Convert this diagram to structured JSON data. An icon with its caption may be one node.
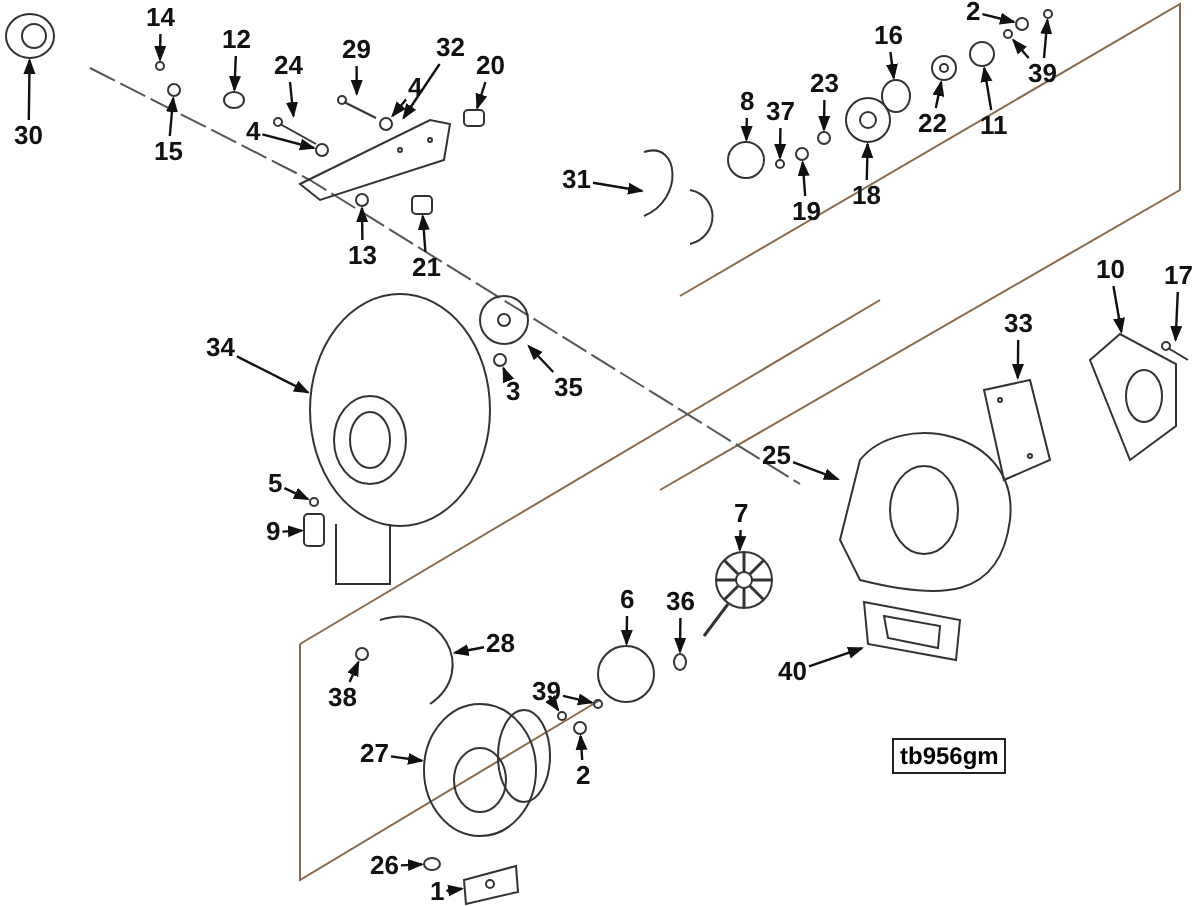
{
  "diagram": {
    "nodes": [
      {
        "text": [
          "30"
        ]
      },
      {
        "text": [
          "14"
        ]
      },
      {
        "text": [
          "12"
        ]
      },
      {
        "text": [
          "15"
        ]
      },
      {
        "text": [
          "24"
        ]
      },
      {
        "text": [
          "29"
        ]
      },
      {
        "text": [
          "4"
        ]
      },
      {
        "text": [
          "32"
        ]
      },
      {
        "text": [
          "20"
        ]
      },
      {
        "text": [
          "4"
        ]
      },
      {
        "text": [
          "13"
        ]
      },
      {
        "text": [
          "21"
        ]
      },
      {
        "text": [
          "31"
        ]
      },
      {
        "text": [
          "34"
        ]
      },
      {
        "text": [
          "3"
        ]
      },
      {
        "text": [
          "35"
        ]
      },
      {
        "text": [
          "2"
        ]
      },
      {
        "text": [
          "39"
        ]
      },
      {
        "text": [
          "16"
        ]
      },
      {
        "text": [
          "22"
        ]
      },
      {
        "text": [
          "11"
        ]
      },
      {
        "text": [
          "8"
        ]
      },
      {
        "text": [
          "37"
        ]
      },
      {
        "text": [
          "23"
        ]
      },
      {
        "text": [
          "19"
        ]
      },
      {
        "text": [
          "18"
        ]
      },
      {
        "text": [
          "10"
        ]
      },
      {
        "text": [
          "17"
        ]
      },
      {
        "text": [
          "33"
        ]
      },
      {
        "text": [
          "25"
        ]
      },
      {
        "text": [
          "5"
        ]
      },
      {
        "text": [
          "9"
        ]
      },
      {
        "text": [
          "7"
        ]
      },
      {
        "text": [
          "6"
        ]
      },
      {
        "text": [
          "36"
        ]
      },
      {
        "text": [
          "40"
        ]
      },
      {
        "text": [
          "28"
        ]
      },
      {
        "text": [
          "38"
        ]
      },
      {
        "text": [
          "39"
        ]
      },
      {
        "text": [
          "27"
        ]
      },
      {
        "text": [
          "2"
        ]
      },
      {
        "text": [
          "26"
        ]
      },
      {
        "text": [
          "1"
        ]
      },
      {
        "text": [],
        "shape": "picture"
      },
      {
        "text": [],
        "shape": "circle"
      },
      {
        "text": [],
        "shape": "circle"
      },
      {
        "text": [],
        "shape": "circle"
      },
      {
        "text": [],
        "shape": "picture"
      },
      {
        "text": [],
        "shape": "picture"
      },
      {
        "text": [],
        "shape": "circle"
      },
      {
        "text": [],
        "shape": "picture"
      },
      {
        "text": [],
        "shape": "box"
      },
      {
        "text": [],
        "shape": "circle"
      },
      {
        "text": [],
        "shape": "circle"
      },
      {
        "text": [],
        "shape": "box"
      },
      {
        "text": [],
        "shape": "picture"
      },
      {
        "text": [],
        "shape": "picture"
      },
      {
        "text": [],
        "shape": "circle"
      },
      {
        "text": [],
        "shape": "picture"
      },
      {
        "text": [],
        "shape": "circle"
      },
      {
        "text": [],
        "shape": "circle"
      },
      {
        "text": [],
        "shape": "circle"
      },
      {
        "text": [],
        "shape": "circle"
      },
      {
        "text": [],
        "shape": "picture"
      },
      {
        "text": [],
        "shape": "circle"
      },
      {
        "text": [],
        "shape": "circle"
      },
      {
        "text": [],
        "shape": "circle"
      },
      {
        "text": [],
        "shape": "circle"
      },
      {
        "text": [],
        "shape": "circle"
      },
      {
        "text": [],
        "shape": "picture"
      },
      {
        "text": [],
        "shape": "picture"
      },
      {
        "text": [],
        "shape": "picture"
      },
      {
        "text": [],
        "shape": "picture"
      },
      {
        "text": [],
        "shape": "picture"
      },
      {
        "text": [],
        "shape": "circle"
      },
      {
        "text": [],
        "shape": "box"
      },
      {
        "text": [],
        "shape": "picture"
      },
      {
        "text": [],
        "shape": "circle"
      },
      {
        "text": [],
        "shape": "circle"
      },
      {
        "text": [],
        "shape": "picture"
      },
      {
        "text": [],
        "shape": "picture"
      },
      {
        "text": [],
        "shape": "circle"
      },
      {
        "text": [],
        "shape": "circle"
      },
      {
        "text": [],
        "shape": "circle"
      },
      {
        "text": [],
        "shape": "picture"
      },
      {
        "text": [],
        "shape": "circle"
      },
      {
        "text": [],
        "shape": "circle"
      },
      {
        "text": [],
        "shape": "picture"
      }
    ],
    "edges": [
      {
        "from": 0,
        "to": 43,
        "arrow": "to"
      },
      {
        "from": 1,
        "to": 44,
        "arrow": "to"
      },
      {
        "from": 2,
        "to": 45,
        "arrow": "to"
      },
      {
        "from": 3,
        "to": 46,
        "arrow": "to"
      },
      {
        "from": 4,
        "to": 47,
        "arrow": "to"
      },
      {
        "from": 5,
        "to": 48,
        "arrow": "to"
      },
      {
        "from": 6,
        "to": 49,
        "arrow": "to"
      },
      {
        "from": 7,
        "to": 50,
        "arrow": "to"
      },
      {
        "from": 8,
        "to": 51,
        "arrow": "to"
      },
      {
        "from": 9,
        "to": 52,
        "arrow": "to"
      },
      {
        "from": 10,
        "to": 53,
        "arrow": "to"
      },
      {
        "from": 11,
        "to": 54,
        "arrow": "to"
      },
      {
        "from": 12,
        "to": 55,
        "arrow": "to"
      },
      {
        "from": 13,
        "to": 56,
        "arrow": "to"
      },
      {
        "from": 14,
        "to": 57,
        "arrow": "to"
      },
      {
        "from": 15,
        "to": 58,
        "arrow": "to"
      },
      {
        "from": 16,
        "to": 59,
        "arrow": "to"
      },
      {
        "from": 17,
        "to": 60,
        "arrow": "to"
      },
      {
        "from": 17,
        "to": 61,
        "arrow": "to"
      },
      {
        "from": 18,
        "to": 62,
        "arrow": "to"
      },
      {
        "from": 19,
        "to": 63,
        "arrow": "to"
      },
      {
        "from": 20,
        "to": 64,
        "arrow": "to"
      },
      {
        "from": 21,
        "to": 65,
        "arrow": "to"
      },
      {
        "from": 22,
        "to": 66,
        "arrow": "to"
      },
      {
        "from": 23,
        "to": 67,
        "arrow": "to"
      },
      {
        "from": 24,
        "to": 68,
        "arrow": "to"
      },
      {
        "from": 25,
        "to": 69,
        "arrow": "to"
      },
      {
        "from": 26,
        "to": 70,
        "arrow": "to"
      },
      {
        "from": 27,
        "to": 71,
        "arrow": "to"
      },
      {
        "from": 28,
        "to": 72,
        "arrow": "to"
      },
      {
        "from": 29,
        "to": 73,
        "arrow": "to"
      },
      {
        "from": 30,
        "to": 74,
        "arrow": "to"
      },
      {
        "from": 31,
        "to": 75,
        "arrow": "to"
      },
      {
        "from": 32,
        "to": 76,
        "arrow": "to"
      },
      {
        "from": 33,
        "to": 77,
        "arrow": "to"
      },
      {
        "from": 34,
        "to": 78,
        "arrow": "to"
      },
      {
        "from": 35,
        "to": 79,
        "arrow": "to"
      },
      {
        "from": 36,
        "to": 80,
        "arrow": "to"
      },
      {
        "from": 37,
        "to": 81,
        "arrow": "to"
      },
      {
        "from": 38,
        "to": 82,
        "arrow": "to"
      },
      {
        "from": 38,
        "to": 83,
        "arrow": "to"
      },
      {
        "from": 39,
        "to": 84,
        "arrow": "to"
      },
      {
        "from": 40,
        "to": 85,
        "arrow": "to"
      },
      {
        "from": 41,
        "to": 86,
        "arrow": "to"
      },
      {
        "from": 42,
        "to": 87,
        "arrow": "to"
      }
    ],
    "labels": [
      "tb956gm"
    ]
  }
}
